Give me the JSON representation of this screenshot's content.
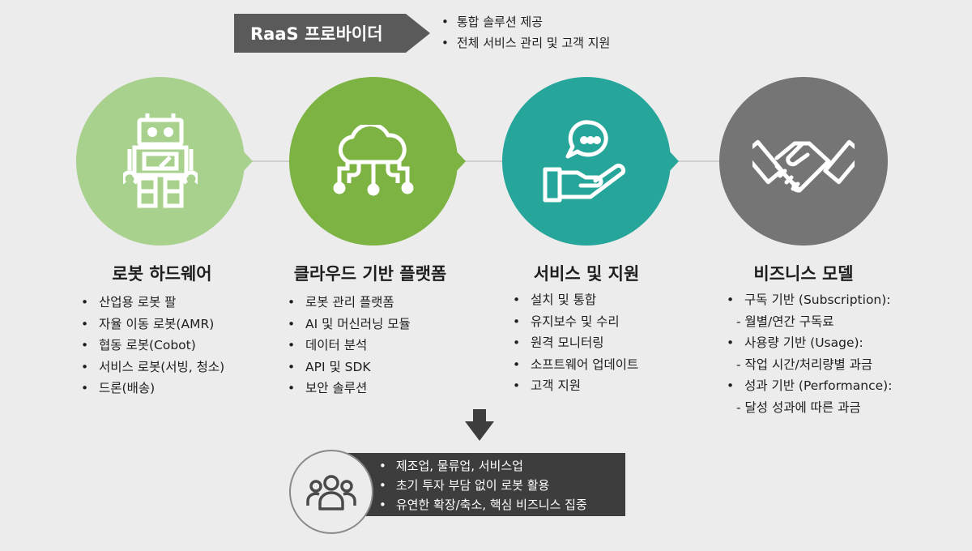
{
  "provider": {
    "title": "RaaS 프로바이더",
    "bullets": [
      "통합 솔루션 제공",
      "전체 서비스 관리 및 고객 지원"
    ]
  },
  "columns": [
    {
      "title": "로봇 하드웨어",
      "icon": "robot-icon",
      "color": "#a9d18e",
      "items": [
        "산업용 로봇 팔",
        "자율 이동 로봇(AMR)",
        "협동 로봇(Cobot)",
        "서비스 로봇(서빙, 청소)",
        "드론(배송)"
      ]
    },
    {
      "title": "클라우드 기반 플랫폼",
      "icon": "cloud-network-icon",
      "color": "#7cb342",
      "items": [
        "로봇 관리 플랫폼",
        "AI 및 머신러닝 모듈",
        "데이터 분석",
        "API 및 SDK",
        "보안 솔루션"
      ]
    },
    {
      "title": "서비스 및 지원",
      "icon": "support-hand-icon",
      "color": "#26a69a",
      "items": [
        "설치 및 통합",
        "유지보수 및 수리",
        "원격 모니터링",
        "소프트웨어 업데이트",
        "고객 지원"
      ]
    },
    {
      "title": "비즈니스 모델",
      "icon": "handshake-icon",
      "color": "#757575",
      "items": [
        {
          "text": "구독 기반 (Subscription):",
          "sub": "- 월별/연간 구독료"
        },
        {
          "text": "사용량 기반 (Usage):",
          "sub": "- 작업 시간/처리량별 과금"
        },
        {
          "text": "성과 기반 (Performance):",
          "sub": "- 달성 성과에 따른 과금"
        }
      ]
    }
  ],
  "customers": {
    "icon": "people-group-icon",
    "bullets": [
      "제조업, 물류업, 서비스업",
      "초기 투자 부담 없이 로봇 활용",
      "유연한 확장/축소, 핵심 비즈니스 집중"
    ]
  }
}
